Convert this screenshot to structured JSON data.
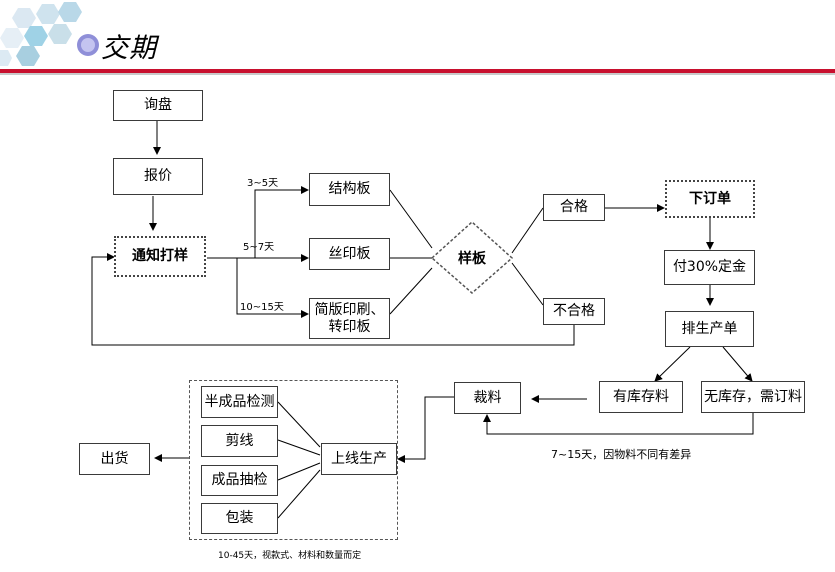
{
  "slide": {
    "title": "交期"
  },
  "nodes": {
    "inquiry": "询盘",
    "quote": "报价",
    "notice_sample": "通知打样",
    "structure_board": "结构板",
    "silk_board": "丝印板",
    "simple_print": "简版印刷、\n转印板",
    "sample": "样板",
    "qualified": "合格",
    "unqualified": "不合格",
    "place_order": "下订单",
    "deposit": "付30%定金",
    "schedule": "排生产单",
    "in_stock": "有库存料",
    "no_stock": "无库存，需订料",
    "cutting": "裁料",
    "line_production": "上线生产",
    "semi_inspect": "半成品检测",
    "trim": "剪线",
    "product_check": "成品抽检",
    "packing": "包装",
    "shipping": "出货"
  },
  "notes": {
    "d35": "3~5天",
    "d57": "5~7天",
    "d1015": "10~15天",
    "d715": "7~15天，因物料不同有差异",
    "d1045": "10-45天，视款式、材料和数量而定"
  }
}
